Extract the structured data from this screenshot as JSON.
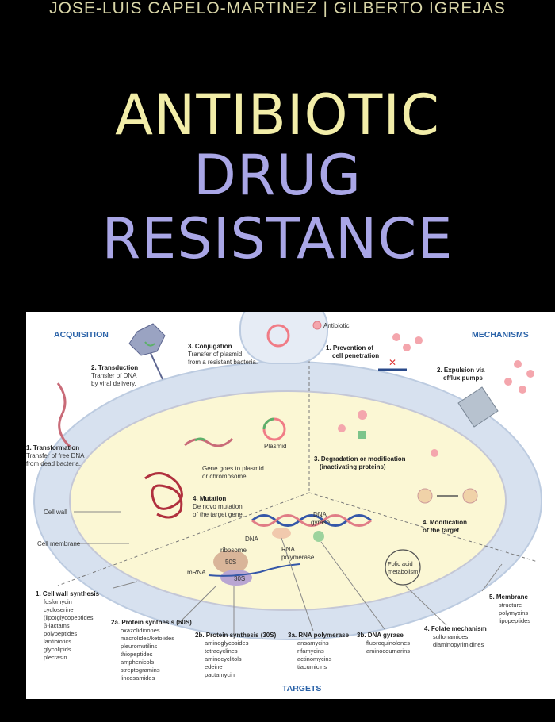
{
  "authors": "JOSE-LUIS CAPELO-MARTINEZ | GILBERTO IGREJAS",
  "title": {
    "line1": "ANTIBIOTIC",
    "line2": "DRUG",
    "line3": "RESISTANCE"
  },
  "colors": {
    "title_yellow": "#f2eda8",
    "title_purple": "#a9a6e6",
    "heading_blue": "#2a62a8",
    "antibiotic_pink": "#f07c86"
  },
  "figure": {
    "acquisition": "ACQUISITION",
    "mechanisms": "MECHANISMS",
    "targets": "TARGETS",
    "antibiotic_legend": "Antibiotic",
    "conjugation": {
      "title": "3. Conjugation",
      "l1": "Transfer of plasmid",
      "l2": "from a resistant bacteria."
    },
    "transduction": {
      "title": "2. Transduction",
      "l1": "Transfer of DNA",
      "l2": "by viral delivery."
    },
    "transformation": {
      "title": "1. Transformation",
      "l1": "Transfer of free DNA",
      "l2": "from dead bacteria."
    },
    "plasmid": "Plasmid",
    "gene_goes": {
      "l1": "Gene goes to plasmid",
      "l2": "or chromosome"
    },
    "mutation": {
      "title": "4. Mutation",
      "l1": "De novo mutation",
      "l2": "of the target gene."
    },
    "cell_wall": "Cell wall",
    "cell_membrane": "Cell membrane",
    "prevention": {
      "l1": "1. Prevention of",
      "l2": "cell penetration"
    },
    "expulsion": {
      "l1": "2. Expulsion via",
      "l2": "efflux pumps"
    },
    "degradation": {
      "l1": "3. Degradation or modification",
      "l2": "(inactivating proteins)"
    },
    "modification": {
      "l1": "4. Modification",
      "l2": "of the target"
    },
    "dna": "DNA",
    "dna_gyrase": {
      "l1": "DNA",
      "l2": "gyrase"
    },
    "ribosome": "ribosome",
    "s50": "50S",
    "s30": "30S",
    "mrna": "mRNA",
    "rna_polymerase": {
      "l1": "RNA",
      "l2": "polymerase"
    },
    "folic": {
      "l1": "Folic acid",
      "l2": "metabolism"
    },
    "t1": {
      "title": "1. Cell wall synthesis",
      "items": [
        "fosfomycin",
        "cycloserine",
        "(lipo)glycopeptides",
        "β-lactams",
        "polypeptides",
        "lantibiotics",
        "glycolipids",
        "plectasin"
      ]
    },
    "t2a": {
      "title": "2a. Protein synthesis (50S)",
      "items": [
        "oxazolidinones",
        "macrolides/ketolides",
        "pleuromutilins",
        "thiopeptides",
        "amphenicols",
        "streptogramins",
        "lincosamides"
      ]
    },
    "t2b": {
      "title": "2b. Protein synthesis (30S)",
      "items": [
        "aminoglycosides",
        "tetracyclines",
        "aminocyclitols",
        "edeine",
        "pactamycin"
      ]
    },
    "t3a": {
      "title": "3a. RNA polymerase",
      "items": [
        "ansamycins",
        "rifamycins",
        "actinomycins",
        "tiacumicins"
      ]
    },
    "t3b": {
      "title": "3b. DNA gyrase",
      "items": [
        "fluoroquinolones",
        "aminocoumarins"
      ]
    },
    "t4": {
      "title": "4. Folate mechanism",
      "items": [
        "sulfonamides",
        "diaminopyrimidines"
      ]
    },
    "t5": {
      "title": "5. Membrane",
      "items": [
        "structure",
        "polymyxins",
        "lipopeptides"
      ]
    }
  }
}
